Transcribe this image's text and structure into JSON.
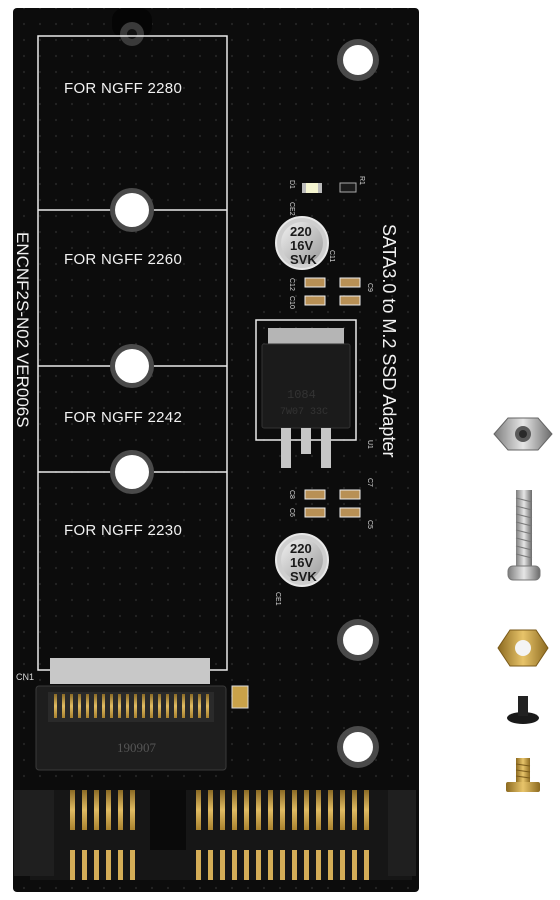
{
  "board": {
    "slot_labels": [
      "FOR NGFF 2280",
      "FOR NGFF 2260",
      "FOR NGFF 2242",
      "FOR NGFF 2230"
    ],
    "model_code": "ENCNF2S-N02 VER006S",
    "title": "SATA3.0 to M.2 SSD Adapter",
    "connector_label": "CN1",
    "connector_code": "190907",
    "regulator_line1": "1084",
    "regulator_line2": "7W07 33C",
    "cap_line1": "220",
    "cap_line2": "16V",
    "cap_line3": "SVK",
    "ref_ce2": "CE2",
    "ref_ce1": "CE1",
    "ref_d1": "D1",
    "ref_r1": "R1",
    "ref_u1": "U1",
    "ref_c9": "C9",
    "ref_c10": "C10",
    "ref_c11": "C11",
    "ref_c12": "C12",
    "ref_c5": "C5",
    "ref_c6": "C6",
    "ref_c7": "C7",
    "ref_c8": "C8"
  },
  "colors": {
    "pcb": "#0c0c0c",
    "silkscreen": "#f2f2f2",
    "gold": "#c9a24a",
    "capacitor": "#c8c8c8"
  }
}
